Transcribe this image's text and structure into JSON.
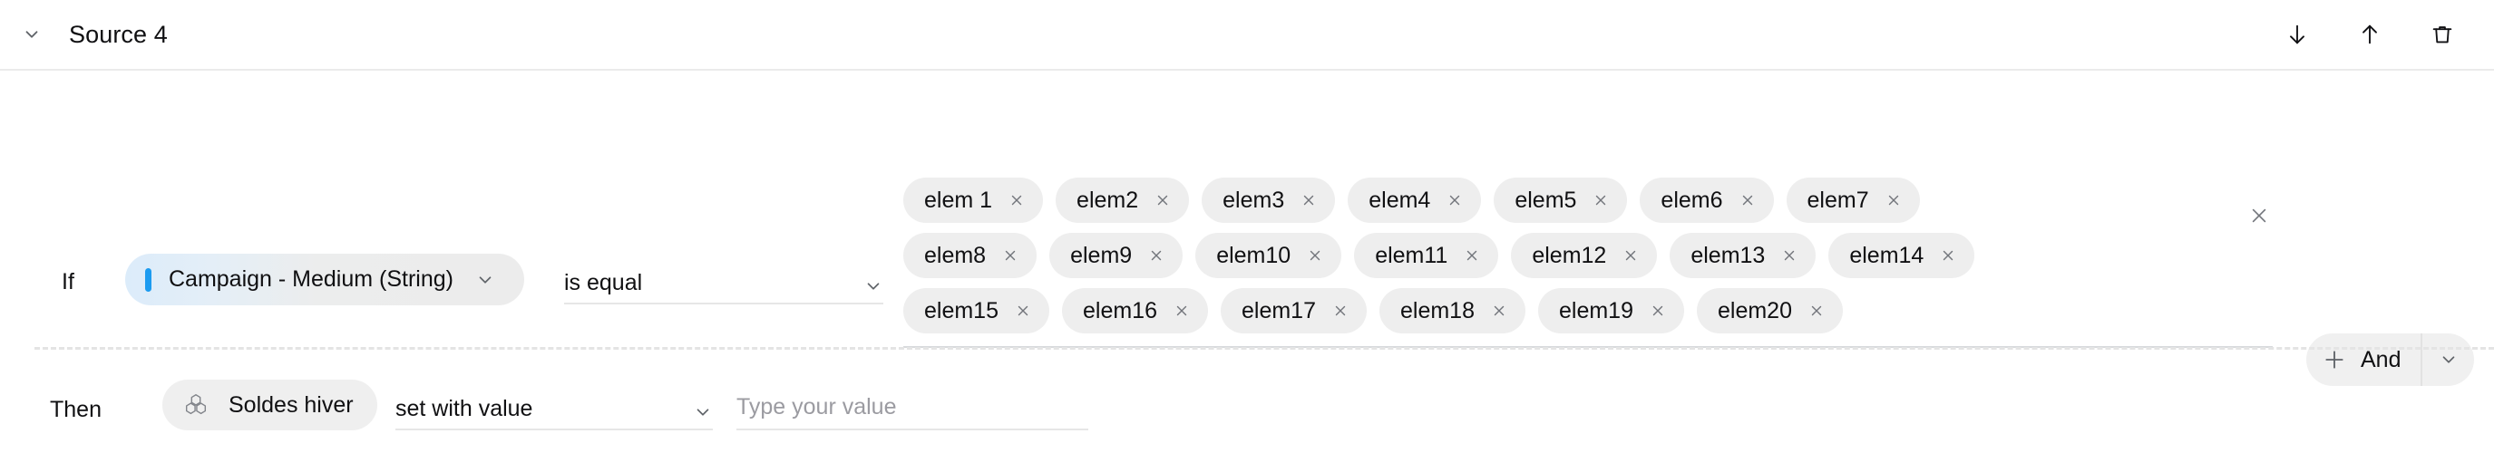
{
  "header": {
    "title": "Source 4",
    "collapse_icon": "chevron-down-icon",
    "actions": [
      {
        "name": "move-down-button",
        "icon": "arrow-down-icon"
      },
      {
        "name": "move-up-button",
        "icon": "arrow-up-icon"
      },
      {
        "name": "delete-button",
        "icon": "trash-icon"
      }
    ]
  },
  "if_row": {
    "label": "If",
    "field": {
      "value": "Campaign - Medium (String)",
      "accent_color": "#1c9bf0",
      "chevron_icon": "chevron-down-icon"
    },
    "operator": {
      "value": "is equal",
      "chevron_icon": "chevron-down-icon"
    },
    "values": {
      "chips": [
        "elem 1",
        "elem2",
        "elem3",
        "elem4",
        "elem5",
        "elem6",
        "elem7",
        "elem8",
        "elem9",
        "elem10",
        "elem11",
        "elem12",
        "elem13",
        "elem14",
        "elem15",
        "elem16",
        "elem17",
        "elem18",
        "elem19",
        "elem20"
      ],
      "chip_remove_icon": "close-icon",
      "clear_all_icon": "close-icon"
    },
    "add_condition": {
      "plus_icon": "plus-icon",
      "label": "And",
      "chevron_icon": "chevron-down-icon"
    }
  },
  "then_row": {
    "label": "Then",
    "target": {
      "icon": "hexagon-cluster-icon",
      "value": "Soldes hiver"
    },
    "action": {
      "value": "set with value",
      "chevron_icon": "chevron-down-icon"
    },
    "value_field": {
      "value": "",
      "placeholder": "Type your value"
    }
  },
  "colors": {
    "chip_background": "#eeeeee",
    "pill_background": "#efefef",
    "border": "#ebebeb",
    "underline": "#e6e6e6",
    "tokens_underline": "#d7d9dc",
    "placeholder_text": "#9b9ba1",
    "icon_gray": "#6b7280"
  }
}
